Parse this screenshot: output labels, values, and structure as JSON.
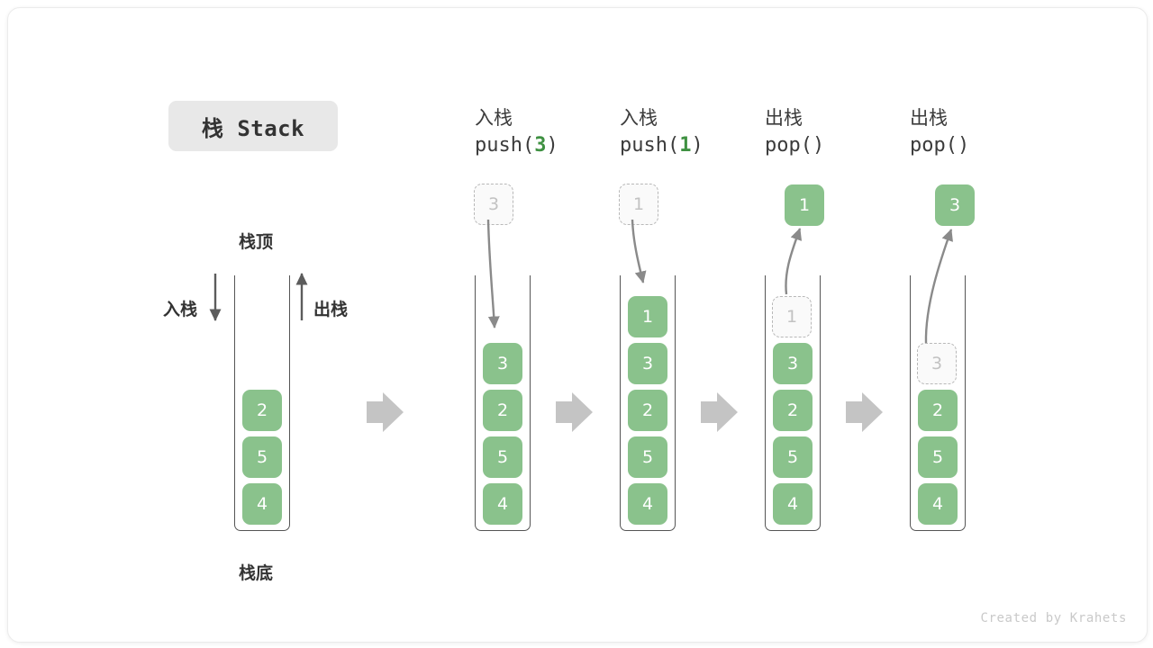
{
  "title": {
    "text": "栈 Stack"
  },
  "labels": {
    "top": "栈顶",
    "bottom": "栈底",
    "push_side": "入栈",
    "pop_side": "出栈"
  },
  "footer": {
    "text": "Created by Krahets"
  },
  "colors": {
    "cell_fill": "#8ac28c",
    "cell_text": "#ffffff",
    "ghost_fill": "#fafafa",
    "ghost_border": "#b8b8b8",
    "ghost_text": "#c2c2c2",
    "tube_border": "#555555",
    "arrow": "#8a8a8a",
    "block_arrow": "#c4c4c4",
    "accent_green": "#3f9142",
    "title_bg": "#e8e8e8",
    "text": "#333333",
    "footer_text": "#c9c9c9"
  },
  "columns": [
    {
      "id": "initial",
      "header_cn": "",
      "header_code_pre": "",
      "header_code_arg": "",
      "header_code_post": "",
      "floating_cell": null,
      "stack": [
        "2",
        "5",
        "4"
      ],
      "ghost_top": null
    },
    {
      "id": "push-3",
      "header_cn": "入栈",
      "header_code_pre": "push(",
      "header_code_arg": "3",
      "header_code_post": ")",
      "floating_cell": {
        "value": "3",
        "style": "ghost"
      },
      "stack": [
        "3",
        "2",
        "5",
        "4"
      ],
      "ghost_top": null
    },
    {
      "id": "push-1",
      "header_cn": "入栈",
      "header_code_pre": "push(",
      "header_code_arg": "1",
      "header_code_post": ")",
      "floating_cell": {
        "value": "1",
        "style": "ghost"
      },
      "stack": [
        "1",
        "3",
        "2",
        "5",
        "4"
      ],
      "ghost_top": null
    },
    {
      "id": "pop-1",
      "header_cn": "出栈",
      "header_code_pre": "pop(",
      "header_code_arg": "",
      "header_code_post": ")",
      "floating_cell": {
        "value": "1",
        "style": "filled"
      },
      "stack": [
        "3",
        "2",
        "5",
        "4"
      ],
      "ghost_top": {
        "value": "1"
      }
    },
    {
      "id": "pop-3",
      "header_cn": "出栈",
      "header_code_pre": "pop(",
      "header_code_arg": "",
      "header_code_post": ")",
      "floating_cell": {
        "value": "3",
        "style": "filled"
      },
      "stack": [
        "2",
        "5",
        "4"
      ],
      "ghost_top": {
        "value": "3"
      }
    }
  ],
  "flow_arrows": [
    {
      "name": "flow-arrow-1"
    },
    {
      "name": "flow-arrow-2"
    },
    {
      "name": "flow-arrow-3"
    },
    {
      "name": "flow-arrow-4"
    }
  ]
}
